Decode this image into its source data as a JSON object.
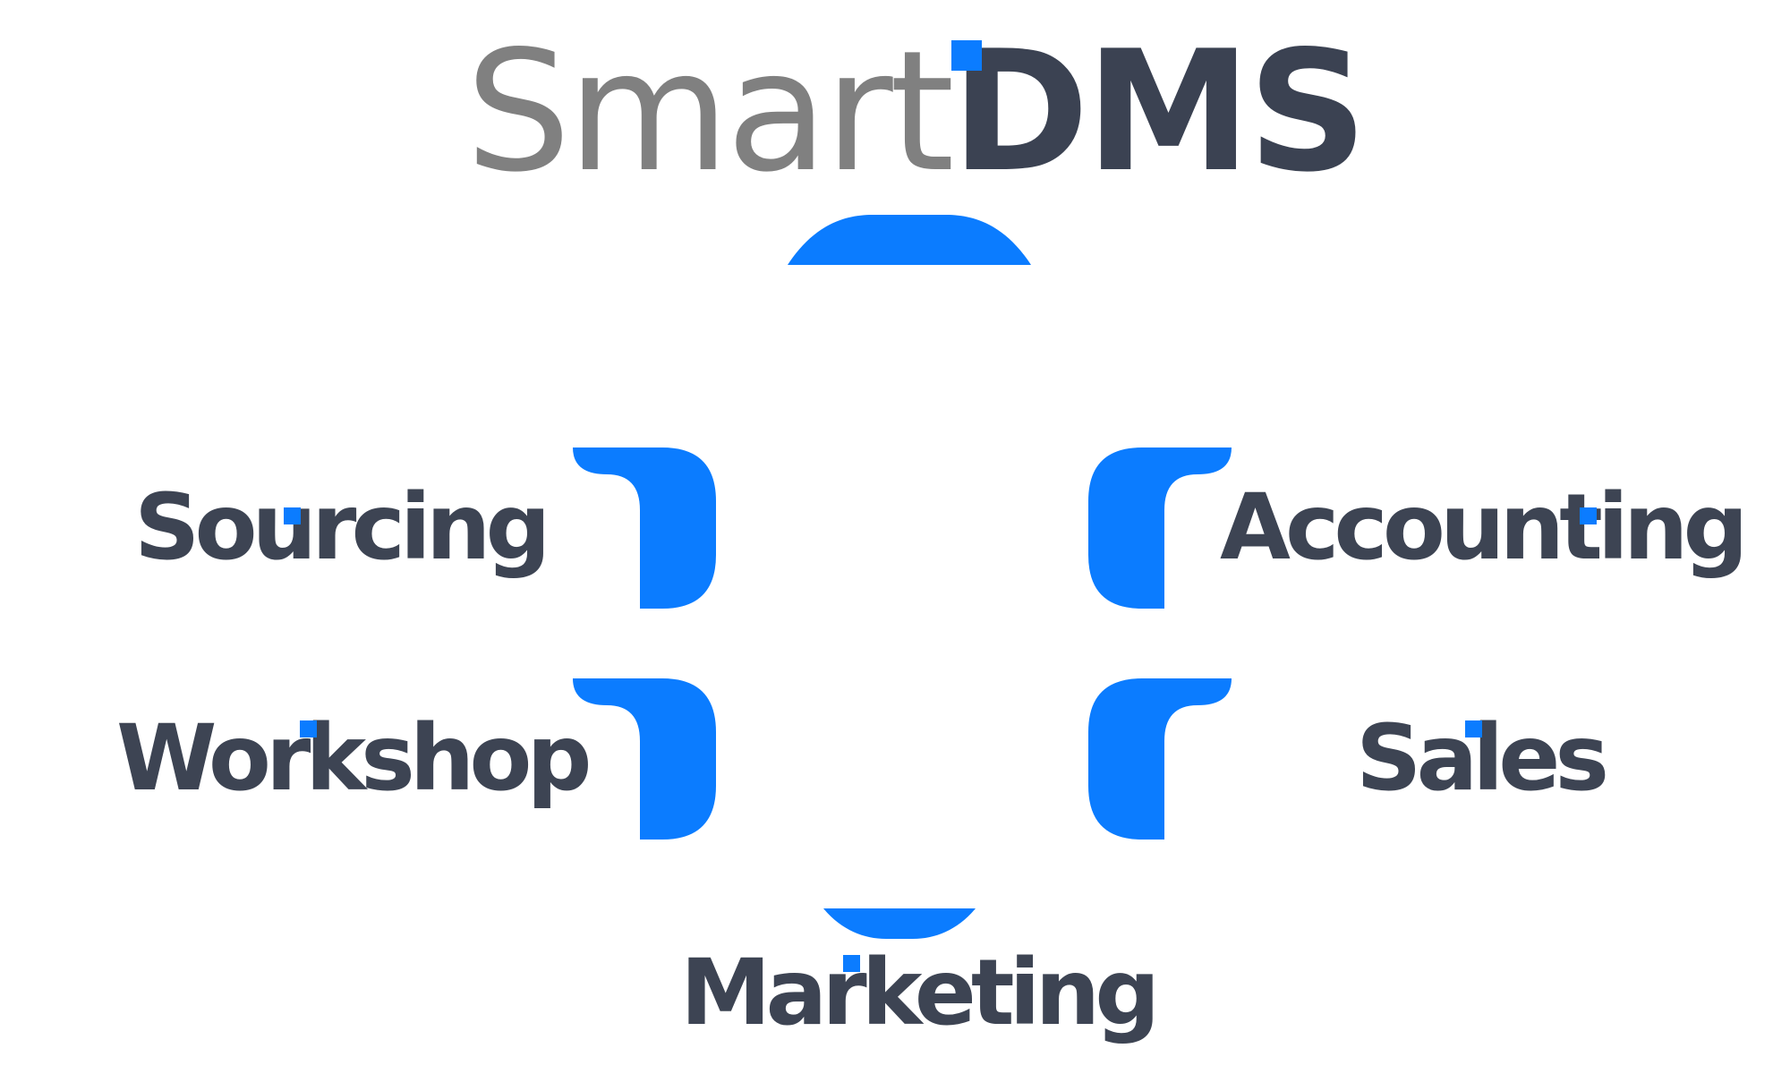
{
  "title": {
    "part1": "Smart",
    "part2": "DMS"
  },
  "modules": {
    "sourcing": "Sourcing",
    "accounting": "Accounting",
    "workshop": "Workshop",
    "sales": "Sales",
    "marketing": "Marketing"
  },
  "colors": {
    "accent": "#0b7cff",
    "dark_text": "#3d4453",
    "light_text": "#808080",
    "background": "#ffffff"
  }
}
